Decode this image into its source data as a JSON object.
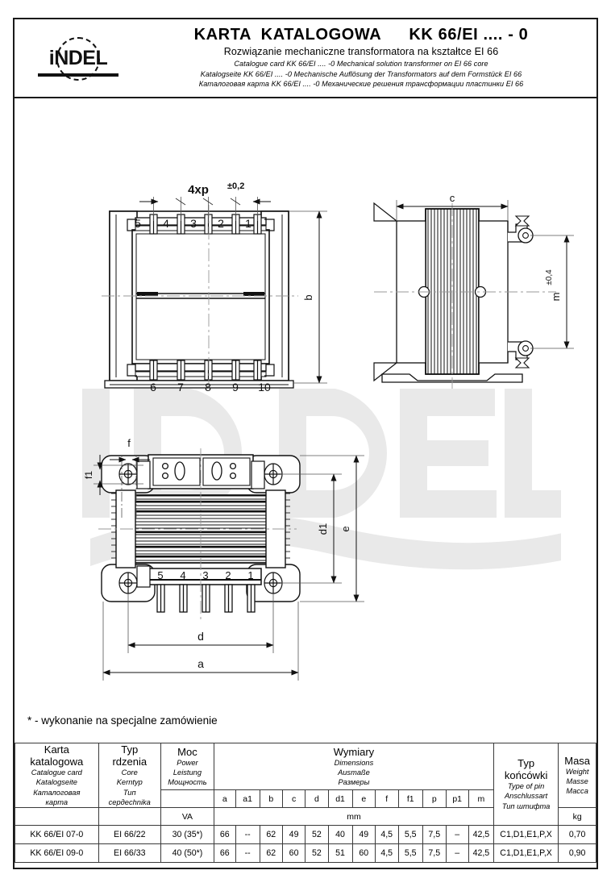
{
  "brand": {
    "logo_text": "iNDEL"
  },
  "header": {
    "title": "KARTA  KATALOGOWA",
    "code": "KK 66/EI .... - 0",
    "subtitle_pl": "Rozwiązanie mechaniczne transformatora na kształtce EI 66",
    "line_en": "Catalogue card KK 66/EI .... -0   Mechanical solution transformer on EI 66 core",
    "line_de": "Katalogseite KK 66/EI .... -0   Mechanische Auflösung der Transformators auf dem Formstück EI 66",
    "line_ru": "Каталоговая карта KK 66/EI .... -0   Механические решения трансформации пластинки EI 66"
  },
  "drawing": {
    "front_view": {
      "top_pins": [
        "5",
        "4",
        "3",
        "2",
        "1"
      ],
      "bottom_pins": [
        "6",
        "7",
        "8",
        "9",
        "10"
      ],
      "pitch_label": "4xp",
      "pitch_tolerance": "±0,2",
      "height_label": "b"
    },
    "side_view": {
      "width_label": "c",
      "height_label": "m",
      "height_tolerance": "±0,4"
    },
    "bottom_view": {
      "pins": [
        "5",
        "4",
        "3",
        "2",
        "1"
      ],
      "labels": [
        "f",
        "f1",
        "d1",
        "e",
        "d",
        "a"
      ]
    }
  },
  "note": "* - wykonanie na specjalne zamówienie",
  "table": {
    "headers": {
      "card": {
        "pl": "Karta",
        "pl2": "katalogowa",
        "en": "Catalogue card",
        "de": "Katalogseite",
        "ru": "Каталоговая",
        "ru2": "карта"
      },
      "core": {
        "pl": "Typ",
        "pl2": "rdzenia",
        "en": "Core",
        "de": "Kerntyp",
        "ru": "Тип",
        "ru2": "сердechnika"
      },
      "power": {
        "pl": "Moc",
        "en": "Power",
        "de": "Leistung",
        "ru": "Мощность",
        "unit": "VA"
      },
      "dimensions": {
        "pl": "Wymiary",
        "en": "Dimensions",
        "de": "Ausmaße",
        "ru": "Размеры",
        "unit": "mm"
      },
      "pin": {
        "pl": "Typ",
        "pl2": "końcówki",
        "en": "Type of pin",
        "de": "Anschlussart",
        "ru": "Тип штифта"
      },
      "weight": {
        "pl": "Masa",
        "en": "Weight",
        "de": "Masse",
        "ru": "Масса",
        "unit": "kg"
      }
    },
    "dim_columns": [
      "a",
      "a1",
      "b",
      "c",
      "d",
      "d1",
      "e",
      "f",
      "f1",
      "p",
      "p1",
      "m"
    ],
    "rows": [
      {
        "card": "KK 66/EI 07-0",
        "core": "EI 66/22",
        "power": "30  (35*)",
        "dims": [
          "66",
          "--",
          "62",
          "49",
          "52",
          "40",
          "49",
          "4,5",
          "5,5",
          "7,5",
          "–",
          "42,5"
        ],
        "pin": "C1,D1,E1,P,X",
        "weight": "0,70"
      },
      {
        "card": "KK 66/EI 09-0",
        "core": "EI 66/33",
        "power": "40  (50*)",
        "dims": [
          "66",
          "--",
          "62",
          "60",
          "52",
          "51",
          "60",
          "4,5",
          "5,5",
          "7,5",
          "–",
          "42,5"
        ],
        "pin": "C1,D1,E1,P,X",
        "weight": "0,90"
      }
    ]
  },
  "colors": {
    "ink": "#000000",
    "frame": "#1a1a1a",
    "watermark": "#e8e8e8"
  }
}
